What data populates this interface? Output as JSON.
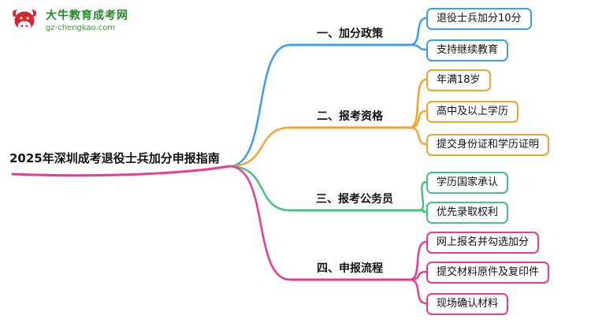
{
  "logo": {
    "title": "大牛教育成考网",
    "subtitle": "gz-chengkao.com"
  },
  "root": {
    "label": "2025年深圳成考退役士兵加分申报指南"
  },
  "colors": {
    "branch1": "#3d9df2",
    "branch2": "#f5a32b",
    "branch3": "#3fc57c",
    "branch4": "#ee3a8c",
    "logo_green": "#1e8c28",
    "logo_red": "#d8232a"
  },
  "branches": [
    {
      "label": "一、加分政策",
      "color": "#3d9df2",
      "children": [
        "退役士兵加分10分",
        "支持继续教育"
      ]
    },
    {
      "label": "二、报考资格",
      "color": "#f5a32b",
      "children": [
        "年满18岁",
        "高中及以上学历",
        "提交身份证和学历证明"
      ]
    },
    {
      "label": "三、报考公务员",
      "color": "#3fc57c",
      "children": [
        "学历国家承认",
        "优先录取权利"
      ]
    },
    {
      "label": "四、申报流程",
      "color": "#ee3a8c",
      "children": [
        "网上报名并勾选加分",
        "提交材料原件及复印件",
        "现场确认材料"
      ]
    }
  ]
}
